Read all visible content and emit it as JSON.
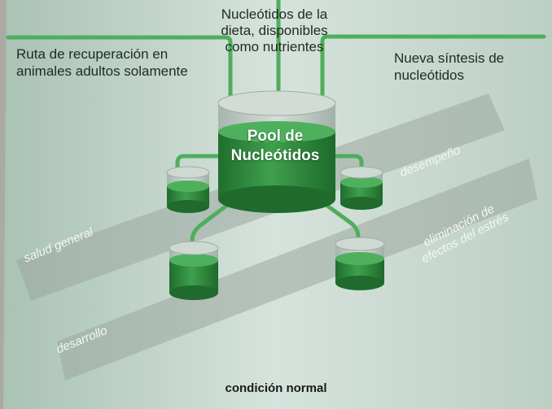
{
  "diagram": {
    "pool_label": "Pool de Nucleótidos",
    "inputs": {
      "left": "Ruta de recuperación en animales adultos solamente",
      "top": "Nucleótidos de la dieta, disponibles como nutrientes",
      "right": "Nueva síntesis de nucleótidos"
    },
    "outputs": {
      "salud": "salud general",
      "desarrollo": "desarrollo",
      "desempeno": "desempeño",
      "estres": "eliminación de efectos del estrés"
    },
    "condition": "condición normal"
  },
  "colors": {
    "background": "#c9d8cf",
    "liquid": "#2e8b3c",
    "pipe": "#4fae5c",
    "glass": "#b9c7c1"
  }
}
